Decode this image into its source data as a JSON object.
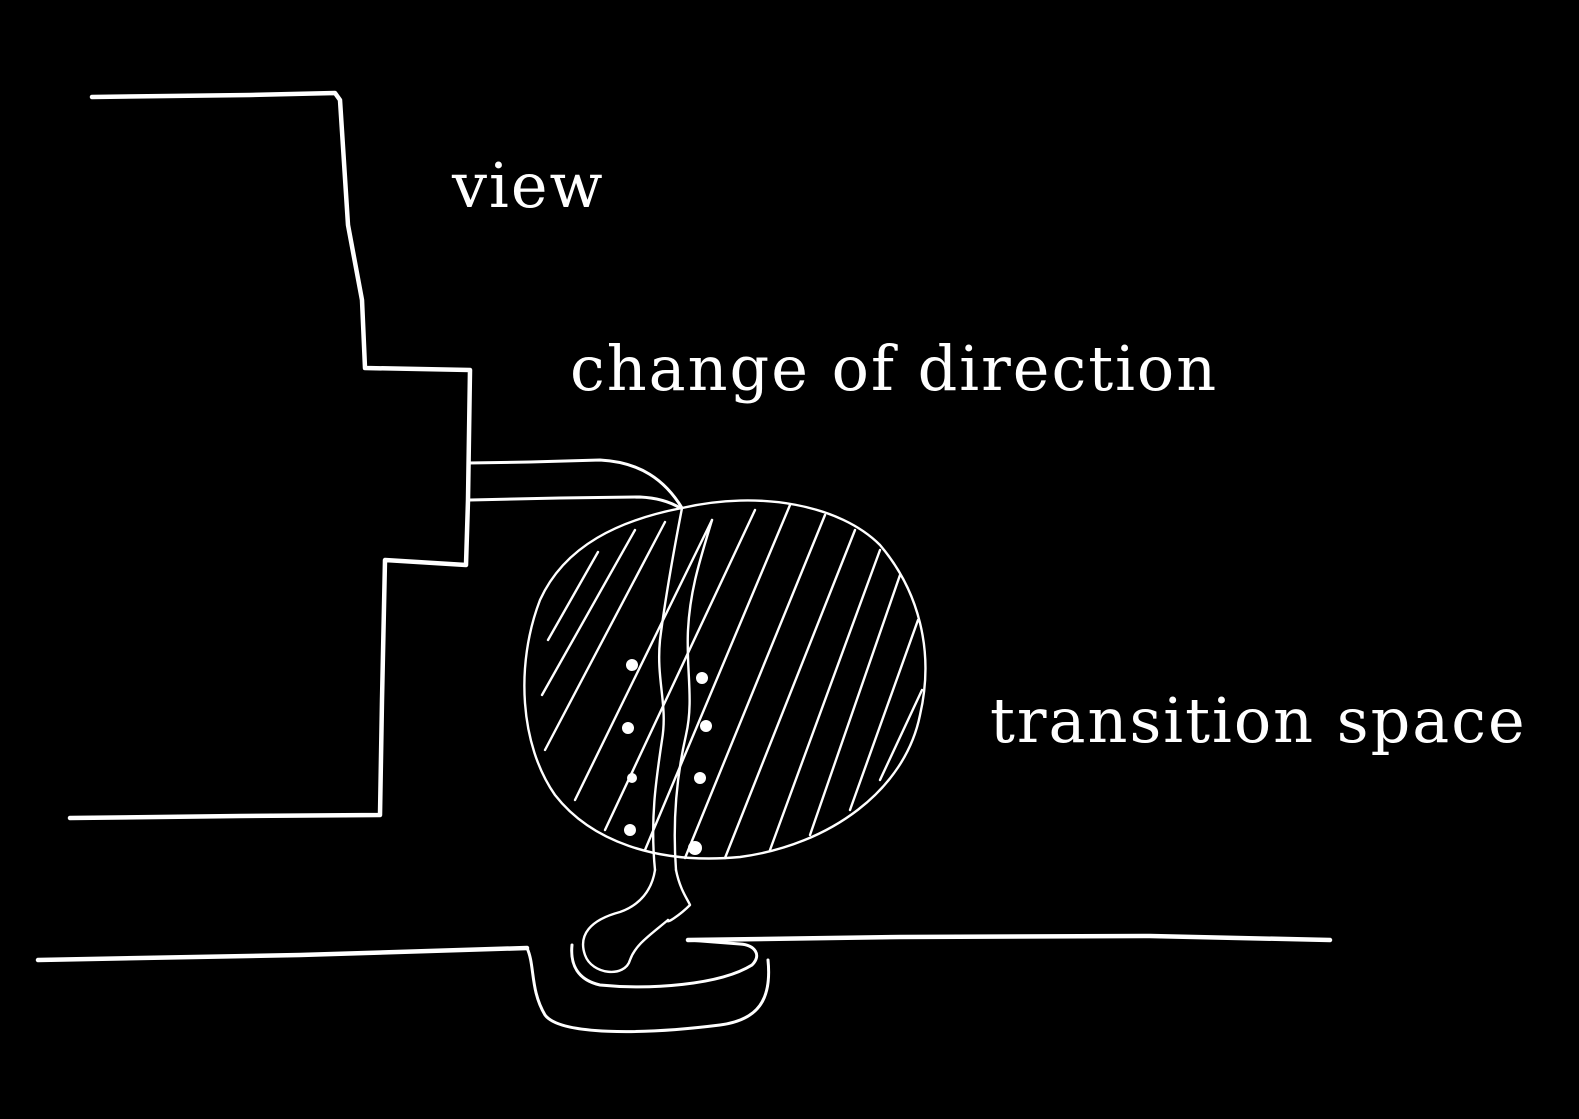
{
  "colors": {
    "background": "#000000",
    "ink": "#ffffff"
  },
  "labels": {
    "view": "view",
    "change_of_direction": "change of direction",
    "transition_space": "transition space"
  }
}
